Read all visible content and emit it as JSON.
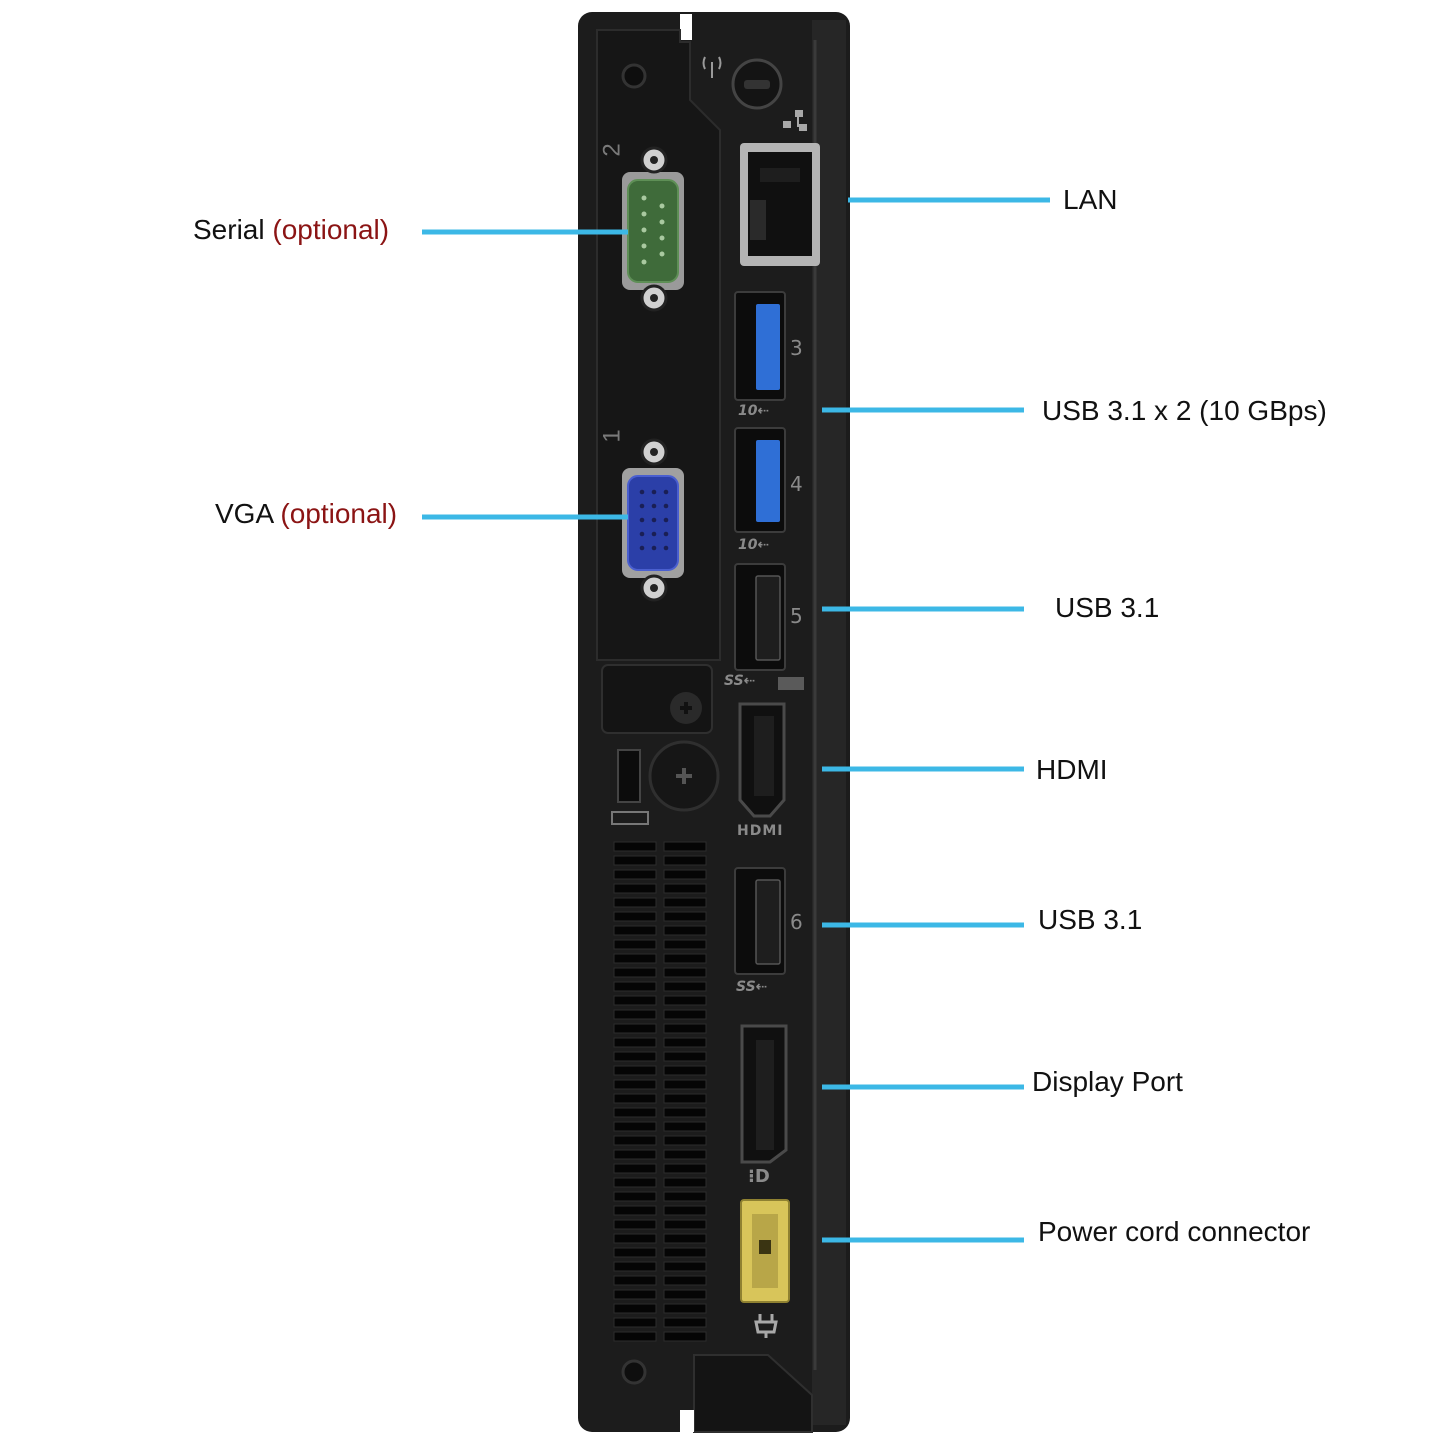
{
  "labels": {
    "serial": {
      "text": "Serial",
      "optional": "(optional)"
    },
    "vga": {
      "text": "VGA",
      "optional": "(optional)"
    },
    "lan": "LAN",
    "usb_10g": "USB 3.1 x 2 (10 GBps)",
    "usb5": "USB 3.1",
    "hdmi": "HDMI",
    "usb6": "USB 3.1",
    "displayport": "Display Port",
    "power": "Power cord connector"
  },
  "device": {
    "slot_numbers": [
      "2",
      "1"
    ],
    "port_numbers": [
      "3",
      "4",
      "5",
      "6"
    ],
    "marks": {
      "usb3": "10⇠",
      "usb4": "10⇠",
      "usb5": "SS⇠",
      "hdmi": "HDMI",
      "usb6": "SS⇠",
      "dp": "⁝D"
    }
  },
  "colors": {
    "leader": "#3cb8e6",
    "optional_text": "#8b1414",
    "chassis": "#1f1f1f",
    "serial_port": "#3f6b3a",
    "vga_port": "#2b3fa8",
    "usb_blue": "#2f6fd6",
    "power_port": "#d8c55a"
  },
  "icons": [
    "wifi-antenna-icon",
    "kensington-lock-icon",
    "network-icon",
    "power-plug-icon",
    "screw-icon"
  ]
}
